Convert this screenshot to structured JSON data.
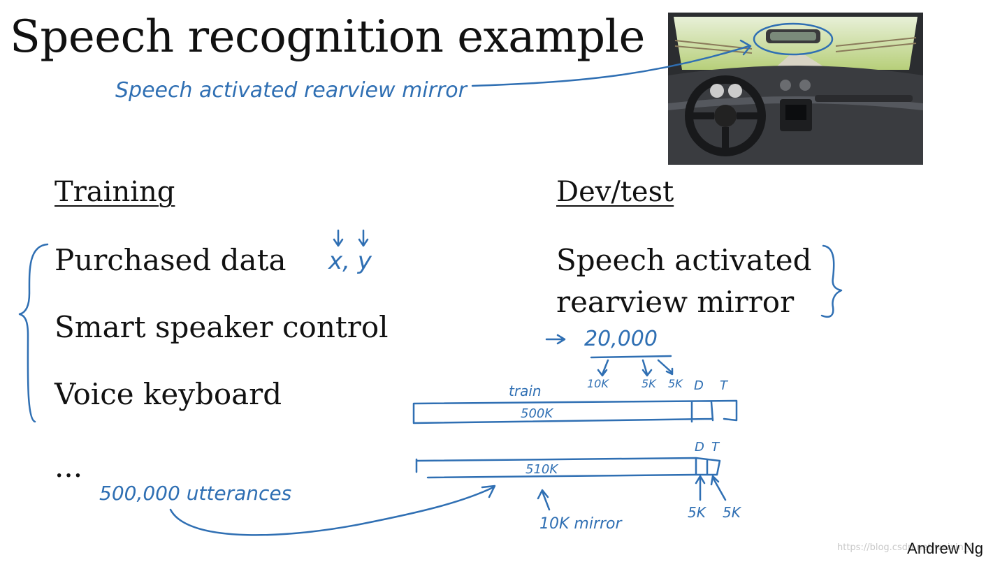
{
  "slide": {
    "title": "Speech recognition example",
    "training_heading": "Training",
    "devtest_heading": "Dev/test",
    "training_items": [
      "Purchased data",
      "Smart speaker control",
      "Voice keyboard",
      "..."
    ],
    "devtest_items": [
      "Speech activated",
      "rearview mirror"
    ],
    "footer": "Andrew Ng",
    "watermark": "https://blog.csdn.net/weixin_4"
  },
  "annotations": {
    "speech_note": "Speech activated rearview mirror",
    "xy": "x, y",
    "count_20k": "20,000",
    "split_labels": [
      "10K",
      "5K",
      "5K"
    ],
    "dt_top": [
      "D",
      "T"
    ],
    "train_label": "train",
    "bar1_label": "500K",
    "bar2_label": "510K",
    "dt_bottom": [
      "D",
      "T"
    ],
    "bottom_5k": [
      "5K",
      "5K"
    ],
    "mirror_note": "10K mirror",
    "utterances": "500,000 utterances"
  }
}
